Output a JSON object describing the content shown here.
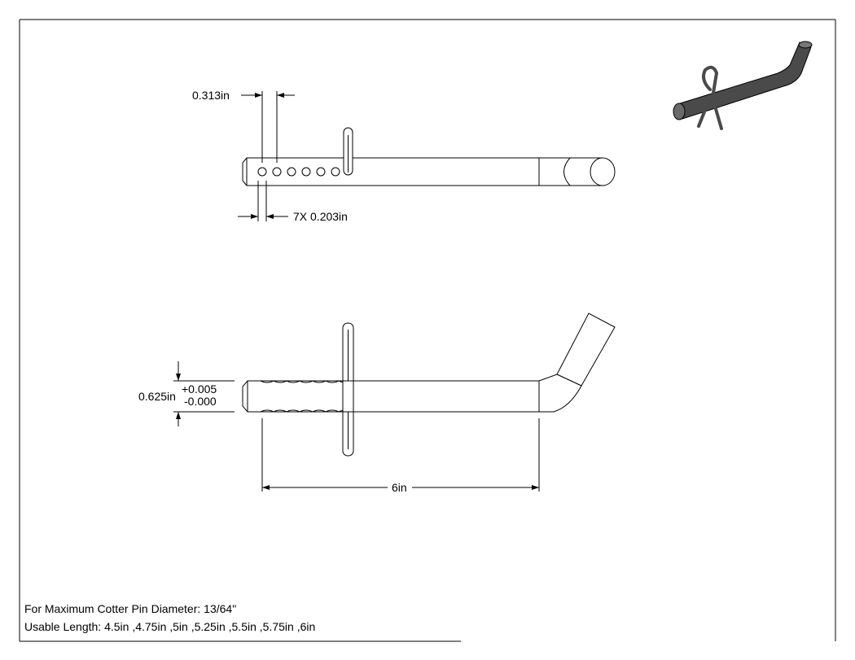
{
  "dimensions": {
    "hole_spacing": "0.313in",
    "hole_diameter": "7X 0.203in",
    "pin_diameter": "0.625in",
    "tolerance_upper": "+0.005",
    "tolerance_lower": "-0.000",
    "usable_length": "6in"
  },
  "notes": {
    "cotter_pin": "For Maximum Cotter Pin Diameter: 13/64\"",
    "usable_lengths": "Usable Length: 4.5in ,4.75in ,5in ,5.25in ,5.5in ,5.75in ,6in"
  },
  "colors": {
    "line": "#000000",
    "iso_shade": "#4a4a4a"
  }
}
